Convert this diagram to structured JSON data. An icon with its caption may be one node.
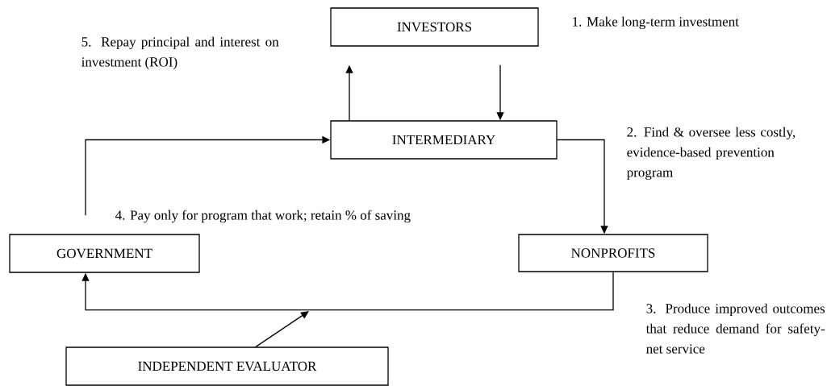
{
  "diagram": {
    "nodes": [
      {
        "text": [
          "INVESTORS"
        ]
      },
      {
        "text": [
          "INTERMEDIARY"
        ]
      },
      {
        "text": [
          "GOVERNMENT"
        ]
      },
      {
        "text": [
          "NONPROFITS"
        ]
      },
      {
        "text": [
          "INDEPENDENT EVALUATOR"
        ]
      }
    ],
    "edges": [
      {
        "from": 0,
        "to": 1,
        "arrow": "to"
      },
      {
        "from": 1,
        "to": 0,
        "arrow": "to"
      },
      {
        "from": 2,
        "to": 1,
        "arrow": "to"
      },
      {
        "from": 1,
        "to": 3,
        "arrow": "to"
      },
      {
        "from": 3,
        "to": 2,
        "arrow": "to"
      },
      {
        "from": 4,
        "to": null,
        "arrow": "to"
      }
    ],
    "labels": [
      "1.  Make long-term investment",
      "5. Repay principal and interest on investment (ROI)",
      "2. Find & oversee less costly, evidence-based prevention program",
      "4. Pay only for program that work; retain % of saving",
      "3. Produce improved outcomes that reduce demand for safety-net service"
    ]
  }
}
